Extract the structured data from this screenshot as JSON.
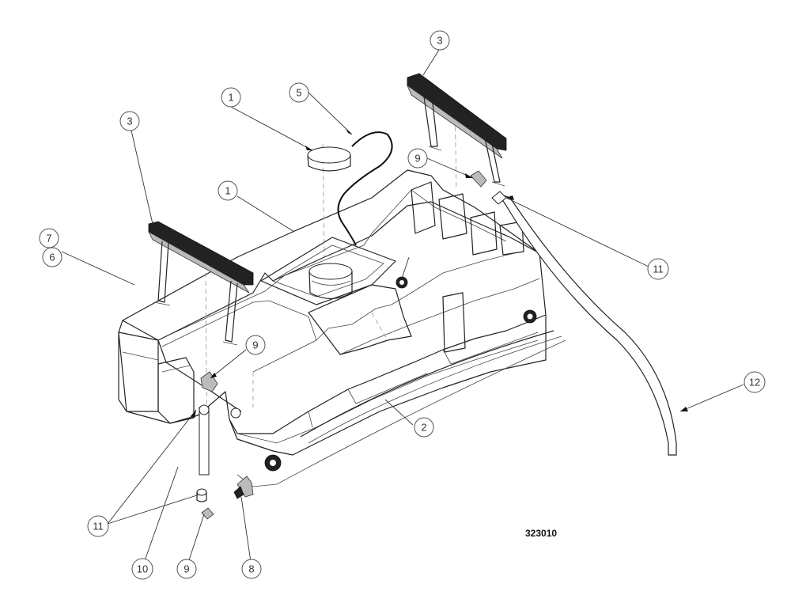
{
  "drawing_number": "323010",
  "callouts": [
    {
      "id": "callout-1-top",
      "label": "1"
    },
    {
      "id": "callout-5-top",
      "label": "5"
    },
    {
      "id": "callout-3-right",
      "label": "3"
    },
    {
      "id": "callout-3-left",
      "label": "3"
    },
    {
      "id": "callout-1-mid",
      "label": "1"
    },
    {
      "id": "callout-7",
      "label": "7"
    },
    {
      "id": "callout-6",
      "label": "6"
    },
    {
      "id": "callout-9-top",
      "label": "9"
    },
    {
      "id": "callout-11-right",
      "label": "11"
    },
    {
      "id": "callout-9-mid",
      "label": "9"
    },
    {
      "id": "callout-12",
      "label": "12"
    },
    {
      "id": "callout-2",
      "label": "2"
    },
    {
      "id": "callout-11-bottom",
      "label": "11"
    },
    {
      "id": "callout-10",
      "label": "10"
    },
    {
      "id": "callout-9-bottom",
      "label": "9"
    },
    {
      "id": "callout-8",
      "label": "8"
    }
  ]
}
